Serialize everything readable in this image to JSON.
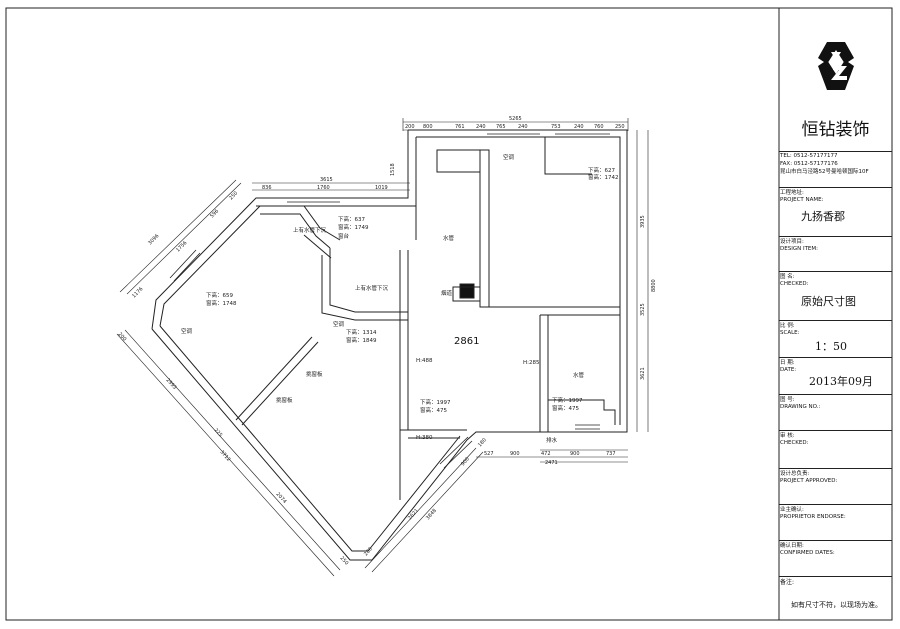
{
  "title_block": {
    "company": "恒钻装饰",
    "tel": "TEL: 0512-57177177",
    "fax": "FAX: 0512-57177176",
    "address": "昆山市白马泾路52号曼哈顿国际10F",
    "project_name_label_cn": "工程地址:",
    "project_name_label_en": "PROJECT NAME:",
    "project_name": "九扬香郡",
    "design_item_label_cn": "设计项目:",
    "design_item_label_en": "DESIGN ITEM:",
    "drawing_label_cn": "图 名:",
    "drawing_label_en": "CHECKED:",
    "drawing_name": "原始尺寸图",
    "scale_label_cn": "比 例:",
    "scale_label_en": "SCALE:",
    "scale": "1：50",
    "date_label_cn": "日 期:",
    "date_label_en": "DATE:",
    "date": "2013年09月",
    "drawing_no_label_cn": "图 号:",
    "drawing_no_label_en": "DRAWING NO.:",
    "checked_label_cn": "审 核:",
    "checked_label_en": "CHECKED:",
    "approved_label_cn": "设计总负责:",
    "approved_label_en": "PROJECT APPROVED:",
    "proprietor_label_cn": "业主确认:",
    "proprietor_label_en": "PROPRIETOR ENDORSE:",
    "confirmed_label_cn": "确认日期:",
    "confirmed_label_en": "CONFIRMED DATES:",
    "notes_label": "备注:",
    "notes_text": "如有尺寸不符，以现场为准。"
  },
  "plan": {
    "height_mark": "2861",
    "top_dims": [
      "200",
      "800",
      "761",
      "240",
      "765",
      "240",
      "753",
      "240",
      "760",
      "250"
    ],
    "top_total": "5265",
    "left_top_dims": [
      "836",
      "1760",
      "1019"
    ],
    "left_top_total": "3615",
    "right_dims": [
      "3935",
      "3525",
      "3621"
    ],
    "right_total": "8800",
    "bottom_dims": [
      "527",
      "900",
      "472",
      "900",
      "737"
    ],
    "bottom_total": "2471",
    "diag_top_dims": [
      "250",
      "596",
      "1756",
      "3096",
      "1176"
    ],
    "diag_left_dims": [
      "200",
      "2993",
      "225",
      "3712",
      "2074",
      "250"
    ],
    "diag_bottom_dims": [
      "280",
      "2621",
      "3848",
      "900",
      "180"
    ],
    "left_note_1": "1518",
    "labels": {
      "kongtiao_top": "空调",
      "kongtiao_left": "空调",
      "kongtiao_mid": "空调",
      "shuiguan_1": "水管",
      "shuiguan_2": "水管",
      "yandao": "烟道",
      "down_water_1": "上有水管下沉",
      "down_water_2": "上有水管下沉",
      "paishui": "排水",
      "zhuangshiban_1": "挑窗板",
      "zhuangshiban_2": "挑窗板",
      "beam_1a": "下高：637",
      "beam_1b": "窗高：1749",
      "beam_1c": "窗台",
      "beam_2a": "下高：659",
      "beam_2b": "窗高：1748",
      "beam_3a": "下高：1314",
      "beam_3b": "窗高：1849",
      "beam_4a": "下高：627",
      "beam_4b": "窗高：1742",
      "beam_5a": "下高：1997",
      "beam_5b": "窗高：475",
      "beam_6a": "下高：1997",
      "beam_6b": "窗高：475",
      "h_488": "H:488",
      "h_285": "H:285",
      "h_380": "H:380"
    }
  },
  "colors": {
    "line": "#222222",
    "fill": "#1a1a1a"
  }
}
